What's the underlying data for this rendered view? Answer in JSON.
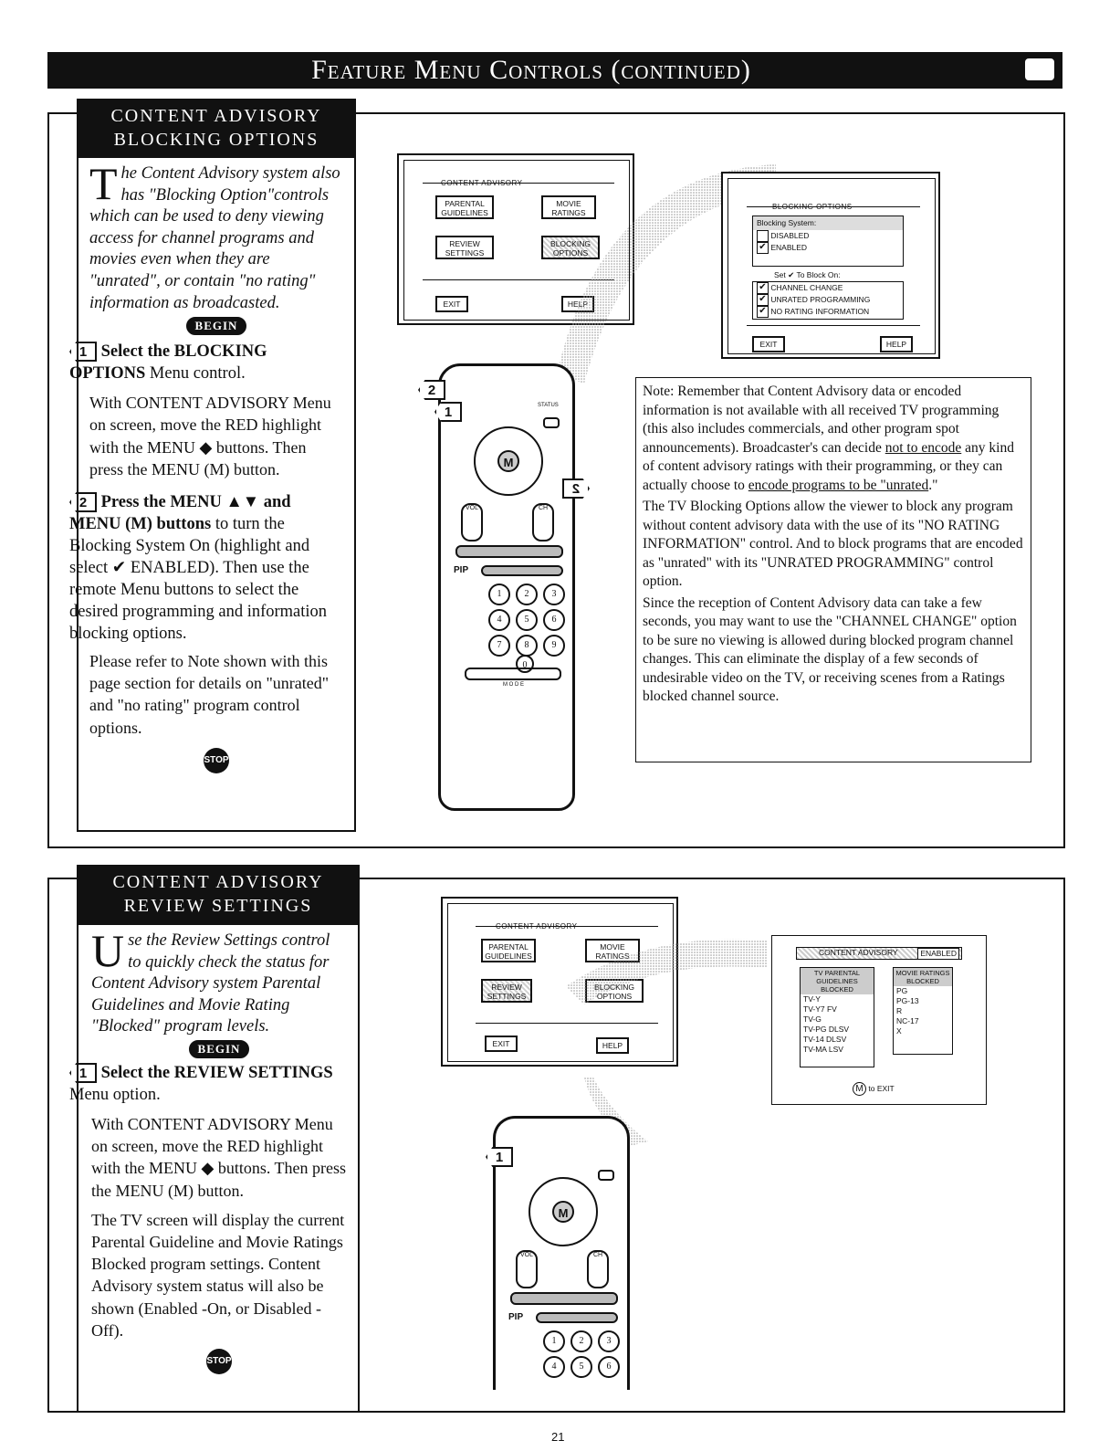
{
  "header": {
    "title": "Feature Menu Controls (continued)"
  },
  "section1": {
    "title_line1": "CONTENT ADVISORY",
    "title_line2": "BLOCKING OPTIONS",
    "intro_cap": "T",
    "intro_rest": "he Content Advisory system also has \"Blocking Option\"controls which can be used to deny viewing access for channel programs and movies even when they are \"unrated\", or contain \"no rating\" information as broadcasted.",
    "begin": "BEGIN",
    "step1_num": "1",
    "step1_bold": "Select the BLOCKING OPTIONS",
    "step1_rest": " Menu control.",
    "step1_body": "With CONTENT ADVISORY Menu on screen, move the RED highlight with the MENU ◆ buttons. Then press the MENU (M) button.",
    "step2_num": "2",
    "step2_bold": "Press the MENU ▲▼ and MENU (M) buttons",
    "step2_rest": " to turn the Blocking System On (highlight and select ✔ ENABLED). Then use the remote Menu buttons to select the desired programming and information blocking options.",
    "step2_body": "Please refer to Note shown with this page section for details on \"unrated\" and \"no rating\" program control options.",
    "stop": "STOP"
  },
  "screen_ca": {
    "header": "CONTENT ADVISORY",
    "parental": "PARENTAL GUIDELINES",
    "movie": "MOVIE RATINGS",
    "review": "REVIEW SETTINGS",
    "blocking": "BLOCKING OPTIONS",
    "exit": "EXIT",
    "help": "HELP"
  },
  "screen_bo": {
    "header": "BLOCKING OPTIONS",
    "system": "Blocking System:",
    "disabled": "DISABLED",
    "enabled": "ENABLED",
    "set_block": "Set ✔ To Block On:",
    "channel_change": "CHANNEL CHANGE",
    "unrated": "UNRATED PROGRAMMING",
    "no_rating": "NO RATING INFORMATION",
    "exit": "EXIT",
    "help": "HELP"
  },
  "note": {
    "p1_a": "Note: Remember that Content Advisory data or encoded information is not available with all received TV programming (this also includes commercials, and other program spot announcements). Broadcaster's can decide ",
    "p1_u1": "not to encode",
    "p1_b": " any kind of content advisory ratings with their programming, or they can actually choose to ",
    "p1_u2": "encode programs to be \"unrated",
    "p1_c": ".\"",
    "p2": "The TV Blocking Options allow the viewer to block any program without content advisory data with the use of its \"NO RATING INFORMATION\" control. And to block programs that are encoded as \"unrated\" with its \"UNRATED PROGRAMMING\" control option.",
    "p3": "Since the reception of Content Advisory data can take a few seconds, you may want to use the \"CHANNEL CHANGE\" option to be sure no viewing is allowed during blocked program channel changes. This can eliminate the display of a few seconds of undesirable video on the TV, or receiving scenes from a Ratings blocked channel source."
  },
  "section2": {
    "title_line1": "CONTENT ADVISORY",
    "title_line2": "REVIEW SETTINGS",
    "intro_cap": "U",
    "intro_rest": "se the Review Settings control to quickly check the status for Content Advisory system Parental Guidelines and Movie Rating \"Blocked\" program levels.",
    "begin": "BEGIN",
    "step1_num": "1",
    "step1_bold": "Select the REVIEW SETTINGS",
    "step1_rest": " Menu option.",
    "step1_body": "With CONTENT ADVISORY Menu on screen, move the RED highlight with the MENU ◆ buttons. Then press the MENU (M) button.",
    "step1_body2": "The TV screen will display the current Parental Guideline and Movie Ratings Blocked program settings. Content Advisory system status will also be shown (Enabled -On, or Disabled - Off).",
    "stop": "STOP"
  },
  "screen_rs": {
    "title": "CONTENT ADVISORY",
    "status": "ENABLED",
    "tv_head": "TV PARENTAL GUIDELINES BLOCKED",
    "movie_head": "MOVIE RATINGS BLOCKED",
    "tv_list": [
      "TV-Y",
      "TV-Y7 FV",
      "TV-G",
      "TV-PG DLSV",
      "TV-14 DLSV",
      "TV-MA LSV"
    ],
    "movie_list": [
      "PG",
      "PG-13",
      "R",
      "NC-17",
      "X"
    ],
    "exit_key": "M",
    "exit_text": "to EXIT"
  },
  "remote": {
    "m": "M",
    "vol": "VOL",
    "ch": "CH",
    "pip": "PIP",
    "status": "STATUS",
    "mode": "M O D E",
    "numbers": [
      "1",
      "2",
      "3",
      "4",
      "5",
      "6",
      "7",
      "8",
      "9",
      "0"
    ],
    "step_a": "1",
    "step_b": "2"
  },
  "page_number": "21"
}
